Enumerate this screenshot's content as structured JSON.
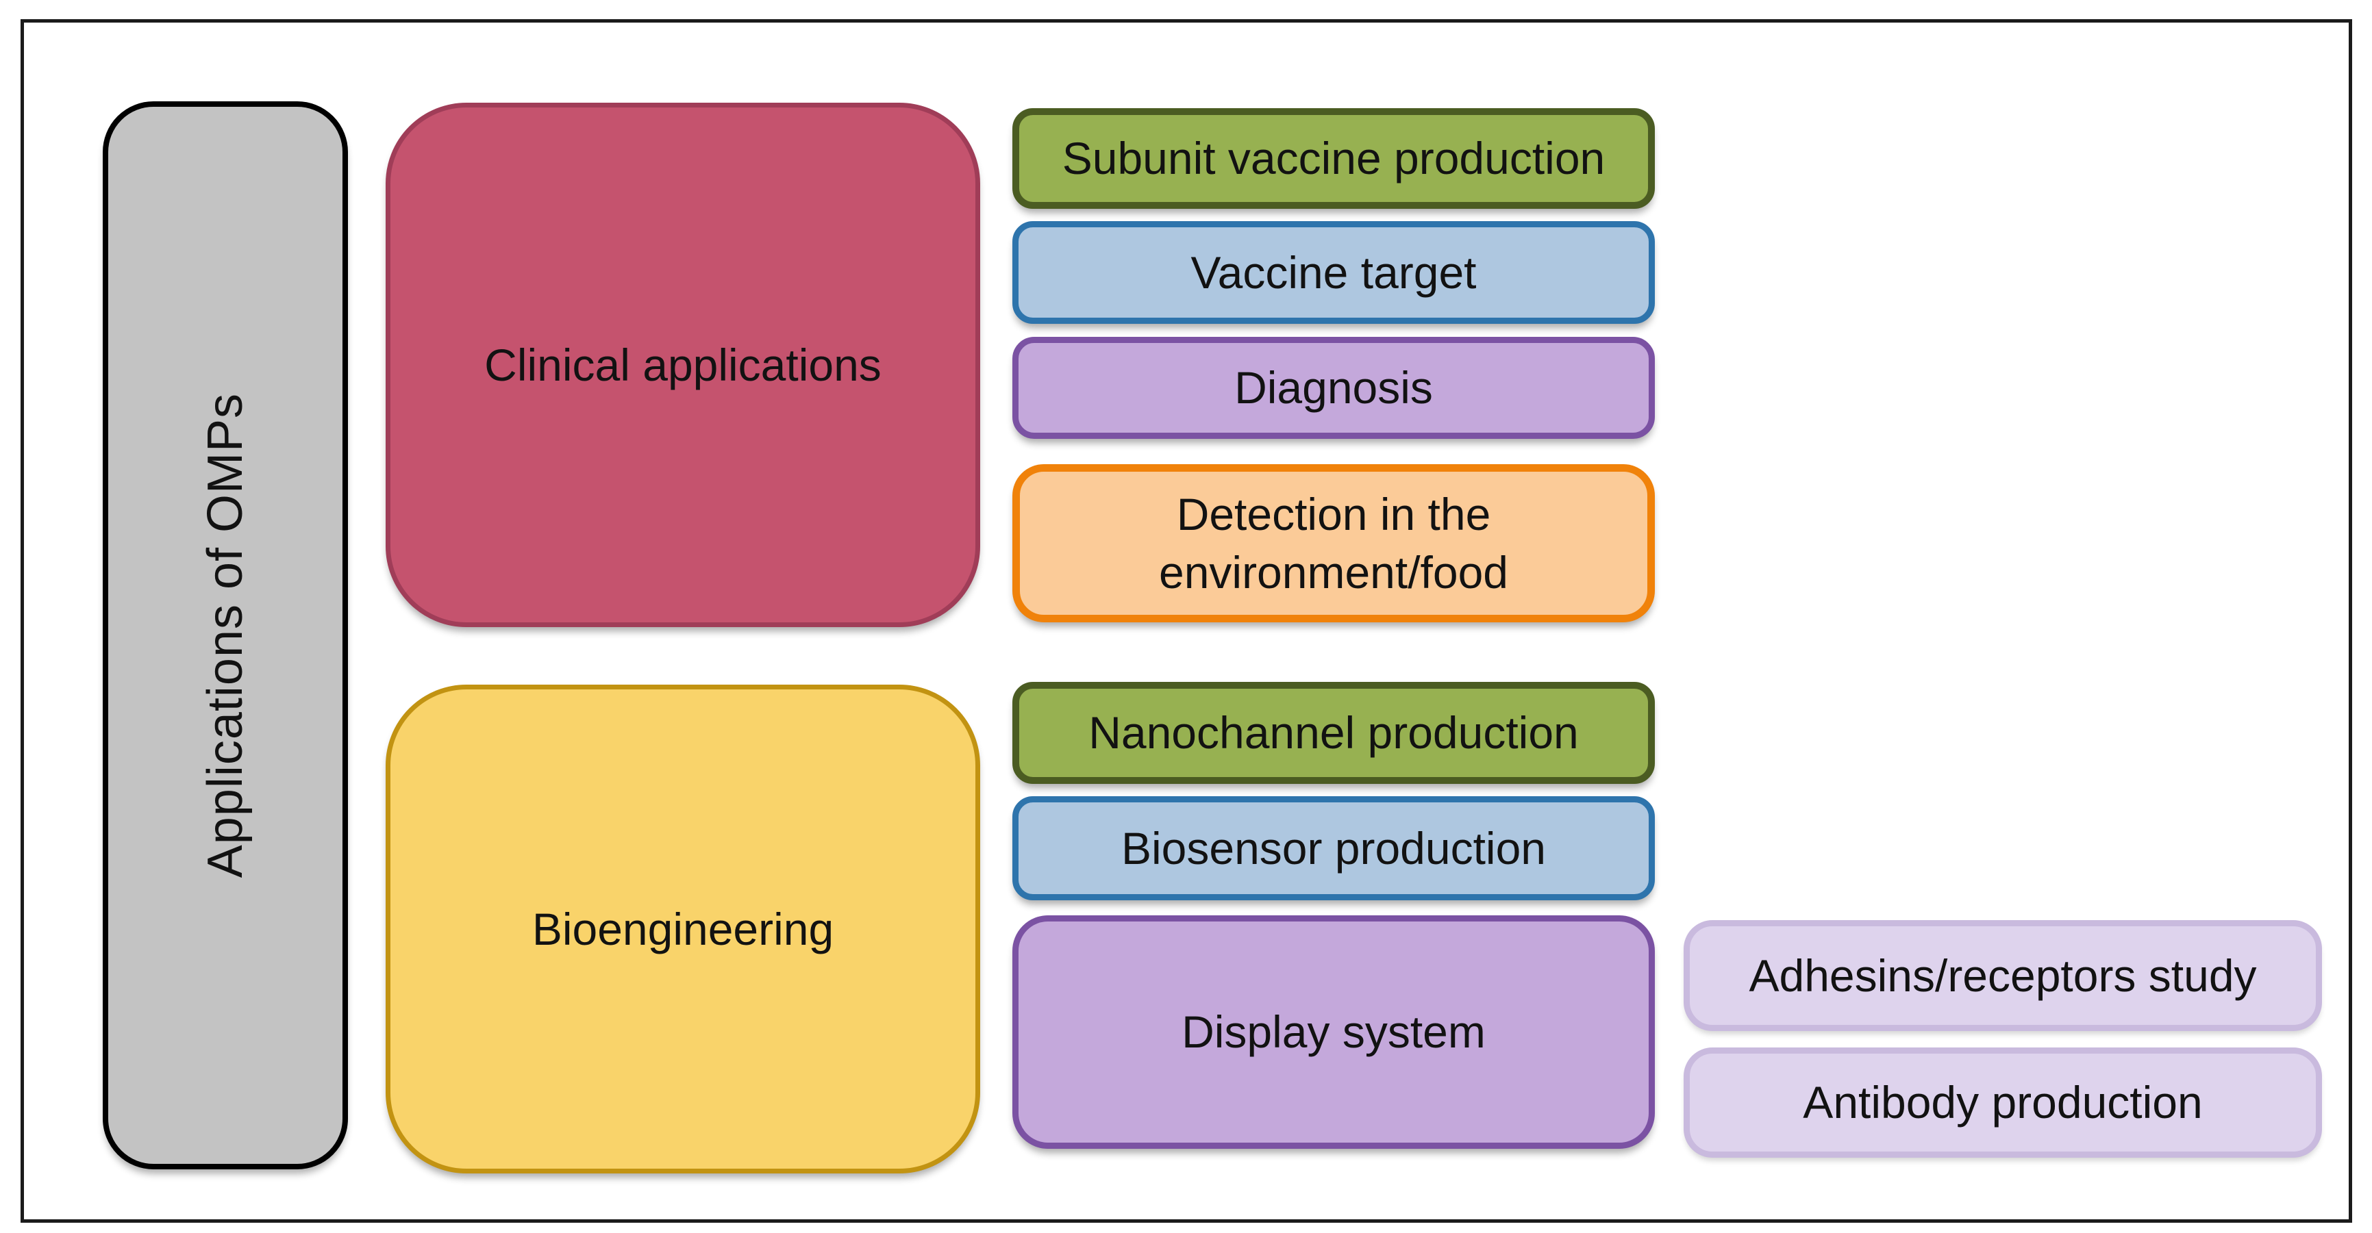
{
  "figure": {
    "title_bar": {
      "label": "Applications of OMPs"
    },
    "groups": {
      "clinical": {
        "label": "Clinical applications"
      },
      "bioengineering": {
        "label": "Bioengineering"
      }
    },
    "clinical_items": {
      "subunit_vaccine": {
        "label": "Subunit vaccine production"
      },
      "vaccine_target": {
        "label": "Vaccine target"
      },
      "diagnosis": {
        "label": "Diagnosis"
      },
      "detection": {
        "label": "Detection in the environment/food"
      }
    },
    "bioengineering_items": {
      "nanochannel": {
        "label": "Nanochannel production"
      },
      "biosensor": {
        "label": "Biosensor production"
      },
      "display_system": {
        "label": "Display system"
      }
    },
    "display_system_items": {
      "adhesins": {
        "label": "Adhesins/receptors study"
      },
      "antibody": {
        "label": "Antibody production"
      }
    }
  },
  "colors": {
    "gray-fill": "#c3c3c3",
    "gray-border": "#000000",
    "clinical-fill": "#c5536e",
    "clinical-border": "#a03d58",
    "bioeng-fill": "#f9d36a",
    "bioeng-border": "#c29312",
    "green-fill": "#97b151",
    "green-border": "#4b5c22",
    "blue-fill": "#aec7e0",
    "blue-border": "#2e74ac",
    "purple-fill": "#c4a8db",
    "purple-border": "#7b52a3",
    "orange-fill": "#fbcb98",
    "orange-border": "#f0820a",
    "lpurple-fill": "#ded3ed",
    "lpurple-border": "#c9bade",
    "text": "#121212",
    "frame-border": "#1b1b1b"
  }
}
